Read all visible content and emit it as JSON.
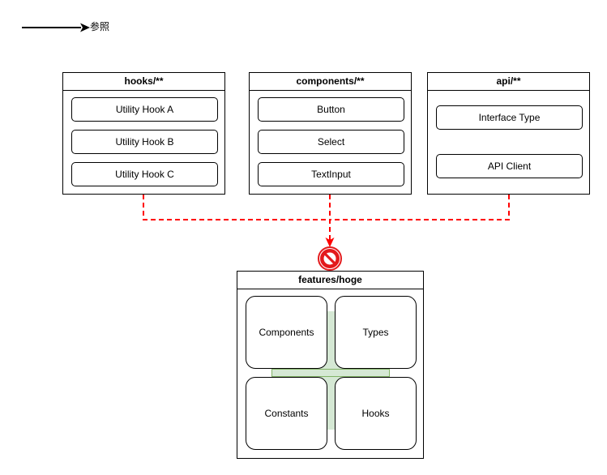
{
  "legend": {
    "label": "参照"
  },
  "packages": {
    "hooks": {
      "title": "hooks/**",
      "items": [
        "Utility Hook A",
        "Utility Hook B",
        "Utility Hook C"
      ]
    },
    "components": {
      "title": "components/**",
      "items": [
        "Button",
        "Select",
        "TextInput"
      ]
    },
    "api": {
      "title": "api/**",
      "items": [
        "Interface Type",
        "API Client"
      ]
    }
  },
  "feature": {
    "title": "features/hoge",
    "modules": [
      "Components",
      "Types",
      "Constants",
      "Hooks"
    ]
  },
  "icons": {
    "prohibited": "no-entry-icon",
    "reference_arrow": "arrow-right-icon"
  },
  "colors": {
    "forbidden_dependency": "#ff0000",
    "module_fill": "#d5e8d4",
    "module_stroke": "#82b366"
  }
}
